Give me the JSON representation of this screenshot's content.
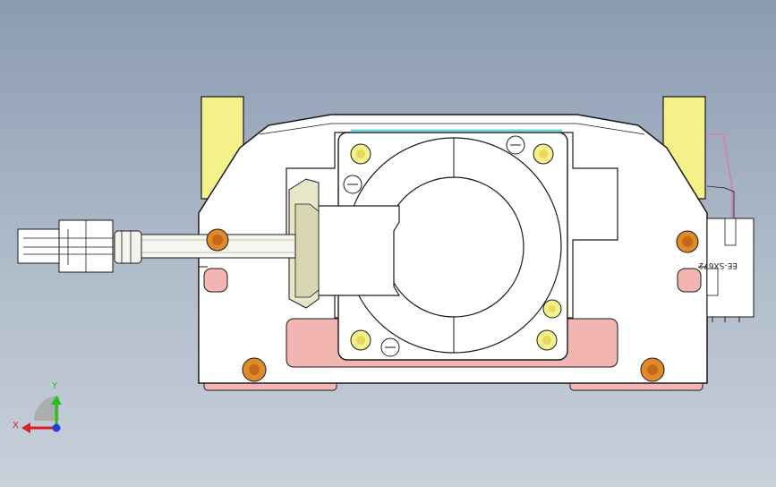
{
  "viewport": {
    "background_top": "#8b9bb2",
    "background_bottom": "#c8d0da"
  },
  "model": {
    "sensor_label": "EE-SX672",
    "colors": {
      "body": "#ffffff",
      "edge": "#1a1a1a",
      "yellow_block": "#f4f08a",
      "pink_plate": "#f2b5b2",
      "cream_block": "#e8e6c8",
      "cyan_edge": "#6fd6d6",
      "bronze_screw": "#e08a2a"
    },
    "icons": {
      "screw": "hex-socket-screw-icon",
      "connector": "connector-icon",
      "sensor": "photo-sensor-icon"
    }
  },
  "triad": {
    "x_label": "X",
    "y_label": "Y",
    "x_color": "#e02020",
    "y_color": "#20c020",
    "z_color": "#2040e0"
  }
}
